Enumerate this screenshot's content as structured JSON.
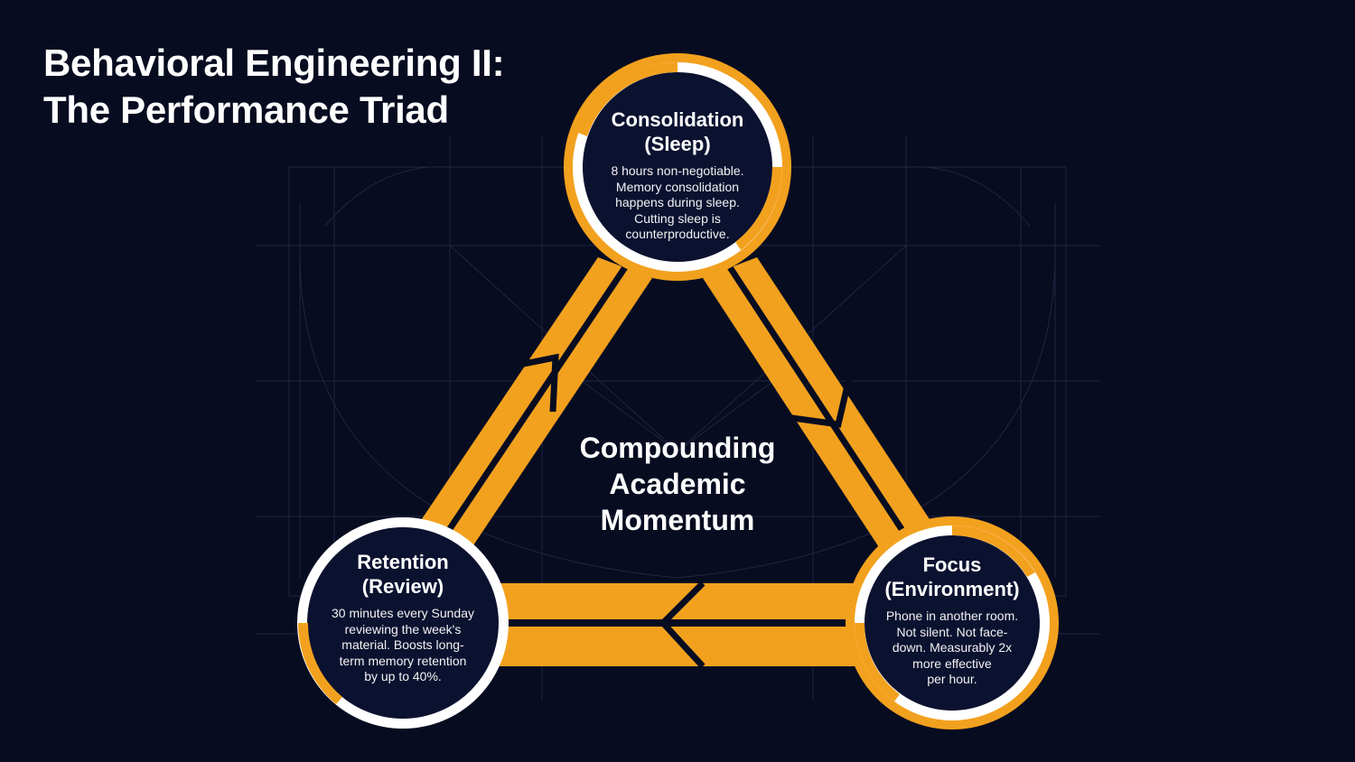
{
  "title": {
    "line1": "Behavioral Engineering II:",
    "line2": "The Performance Triad"
  },
  "center": {
    "line1": "Compounding",
    "line2": "Academic",
    "line3": "Momentum"
  },
  "nodes": {
    "consolidation": {
      "title_line1": "Consolidation",
      "title_line2": "(Sleep)",
      "body": [
        "8 hours non-negotiable.",
        "Memory consolidation",
        "happens during sleep.",
        "Cutting sleep is",
        "counterproductive."
      ]
    },
    "retention": {
      "title_line1": "Retention",
      "title_line2": "(Review)",
      "body": [
        "30 minutes every Sunday",
        "reviewing the week's",
        "material. Boosts long-",
        "term memory retention",
        "by up to 40%."
      ]
    },
    "focus": {
      "title_line1": "Focus",
      "title_line2": "(Environment)",
      "body": [
        "Phone in another room.",
        "Not silent. Not face-",
        "down. Measurably 2x",
        "more effective",
        "per hour."
      ]
    }
  },
  "colors": {
    "background": "#070c20",
    "accent": "#f2a11e",
    "node_fill": "#0b1230",
    "ring": "#ffffff",
    "grid": "#2a3150"
  },
  "icons": {
    "flow_arrows": "chevron-arrow-icon"
  }
}
